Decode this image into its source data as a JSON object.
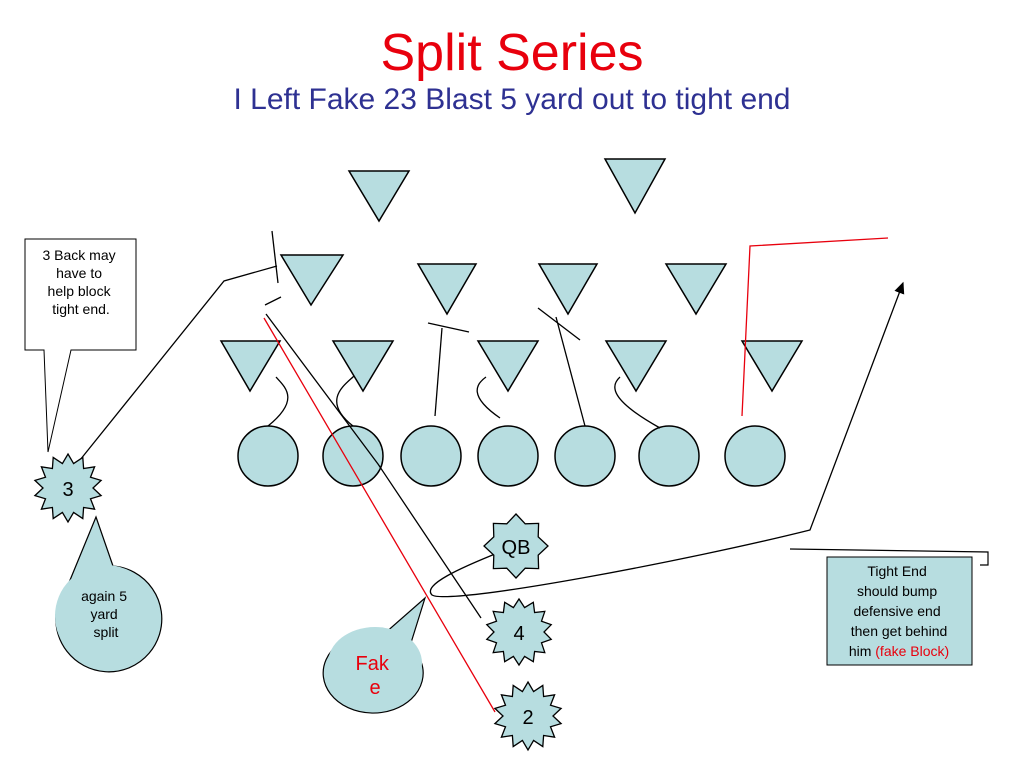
{
  "slide": {
    "title": "Split Series",
    "subtitle": "I Left Fake 23 Blast 5 yard out to tight end"
  },
  "players": {
    "back_3": "3",
    "quarterback": "QB",
    "back_4": "4",
    "back_2": "2"
  },
  "callouts": {
    "back_3_note": [
      "3 Back may",
      "have to",
      "help block",
      "tight end."
    ],
    "split_note": [
      "again 5",
      "yard",
      "split"
    ],
    "fake_label": [
      "Fak",
      "e"
    ],
    "tight_end_note": [
      "Tight End",
      "should bump",
      "defensive end",
      "then get behind"
    ],
    "tight_end_note_last": "him ",
    "tight_end_note_highlight": "(fake Block)"
  },
  "colors": {
    "shape_fill": "#b7dde0",
    "title": "#e8000d",
    "subtitle": "#2e3192",
    "route_red": "#e8000d",
    "line_black": "#000000"
  }
}
